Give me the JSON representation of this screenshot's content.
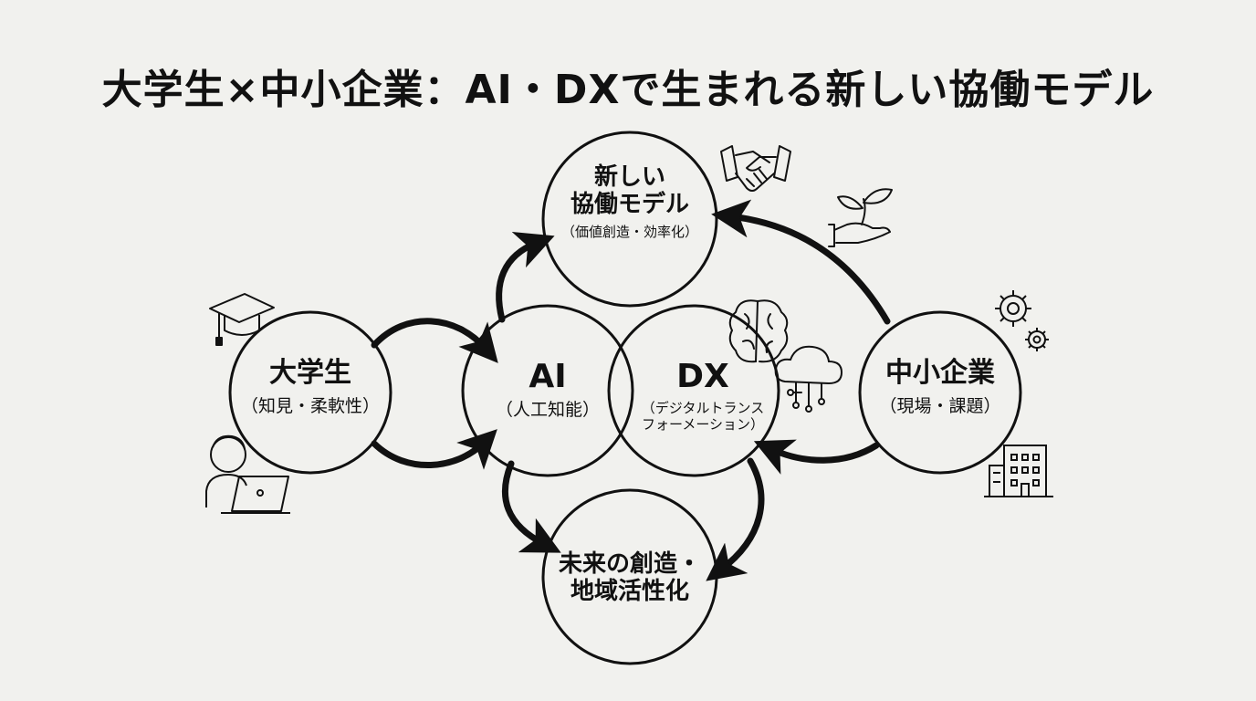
{
  "title": "大学生×中小企業：AI・DXで生まれる新しい協働モデル",
  "nodes": {
    "students": {
      "name": "大学生",
      "sub": "（知見・柔軟性）"
    },
    "ai": {
      "name": "AI",
      "sub": "（人工知能）"
    },
    "dx": {
      "name": "DX",
      "sub_line1": "（デジタルトランス",
      "sub_line2": "フォーメーション）"
    },
    "sme": {
      "name": "中小企業",
      "sub": "（現場・課題）"
    },
    "collab": {
      "line1": "新しい",
      "line2": "協働モデル",
      "sub": "（価値創造・効率化）"
    },
    "future": {
      "line1": "未来の創造・",
      "line2": "地域活性化"
    }
  },
  "icons": [
    "graduation-cap-icon",
    "student-laptop-icon",
    "handshake-icon",
    "plant-hand-icon",
    "brain-icon",
    "cloud-network-icon",
    "gears-icon",
    "office-building-icon"
  ],
  "colors": {
    "ink": "#111111",
    "background": "#f1f1ee"
  }
}
